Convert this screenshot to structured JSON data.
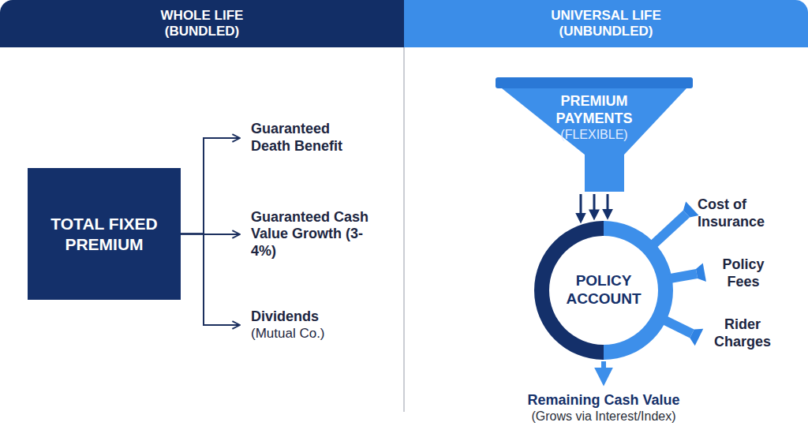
{
  "diagram": {
    "nodes": [
      {
        "text": [
          "WHOLE LIFE (BUNDLED)"
        ]
      },
      {
        "text": [
          "UNIVERSAL LIFE (UNBUNDLED)"
        ]
      },
      {
        "text": [
          "TOTAL FIXED PREMIUM"
        ]
      },
      {
        "text": [
          "Guaranteed Death Benefit"
        ]
      },
      {
        "text": [
          "Guaranteed Cash Value Growth (3-4%)"
        ]
      },
      {
        "text": [
          "Dividends",
          "(Mutual Co.)"
        ]
      },
      {
        "text": [
          "PREMIUM PAYMENTS",
          "(FLEXIBLE)"
        ]
      },
      {
        "text": [
          "POLICY ACCOUNT"
        ]
      },
      {
        "text": [
          "Cost of Insurance"
        ]
      },
      {
        "text": [
          "Policy Fees"
        ]
      },
      {
        "text": [
          "Rider Charges"
        ]
      },
      {
        "text": [
          "Remaining Cash Value",
          "(Grows via Interest/Index)"
        ]
      }
    ],
    "edges": [
      {
        "from": 2,
        "to": 3,
        "arrow": "to"
      },
      {
        "from": 2,
        "to": 4,
        "arrow": "to"
      },
      {
        "from": 2,
        "to": 5,
        "arrow": "to"
      },
      {
        "from": 6,
        "to": 7,
        "arrow": "to"
      },
      {
        "from": 6,
        "to": 7,
        "arrow": "to"
      },
      {
        "from": 6,
        "to": 7,
        "arrow": "to"
      },
      {
        "from": 7,
        "to": 8,
        "arrow": "none"
      },
      {
        "from": 7,
        "to": 9,
        "arrow": "none"
      },
      {
        "from": 7,
        "to": 10,
        "arrow": "none"
      },
      {
        "from": 7,
        "to": 11,
        "arrow": "to"
      }
    ]
  }
}
